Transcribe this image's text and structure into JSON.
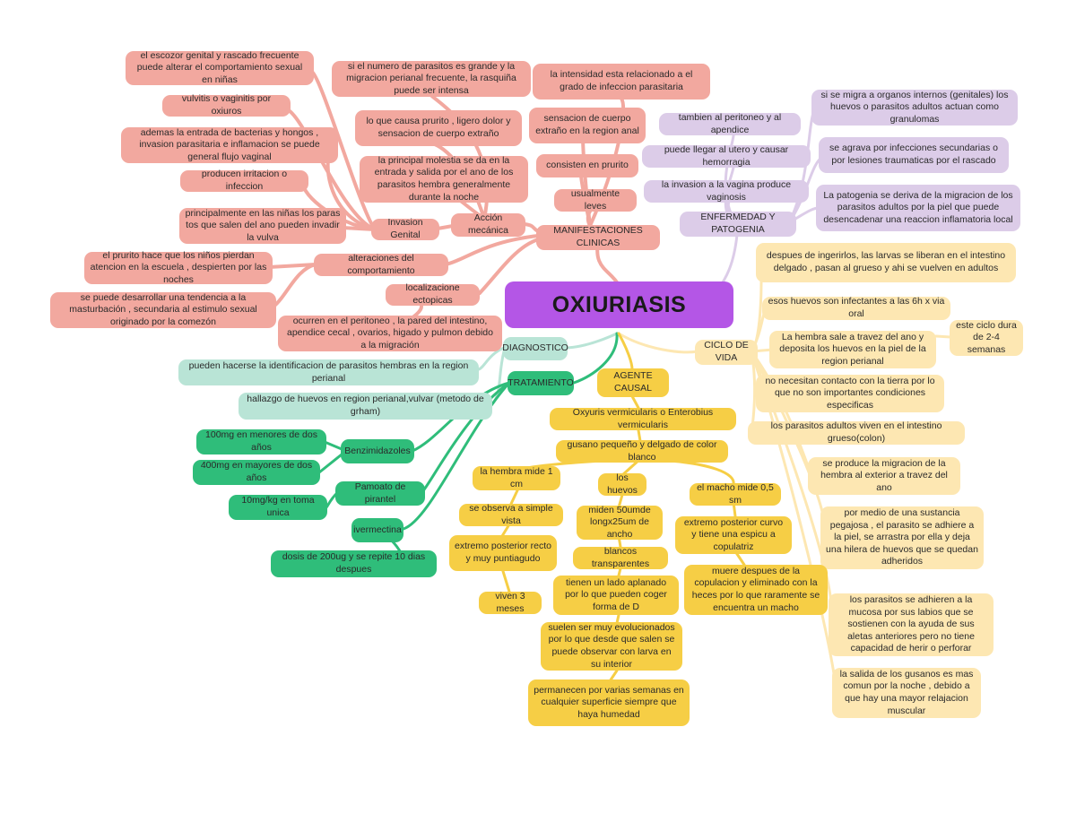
{
  "title": "OXIURIASIS",
  "colors": {
    "manifestaciones": "#f2a89f",
    "enfermedad": "#dccce8",
    "ciclo": "#fde7b2",
    "diagnostico": "#b9e4d6",
    "tratamiento": "#2fbd7a",
    "agente": "#f6ce45",
    "central": "#b456e6"
  },
  "manifestaciones": {
    "label": "MANIFESTACIONES CLINICAS",
    "accion_mecanica": "Acción mecánica",
    "invasion_genital": "Invasion Genital",
    "alteraciones": "alteraciones del comportamiento",
    "localizacion": "localizacione ectopicas",
    "items": {
      "escozor": "el escozor genital y rascado frecuente puede alterar el comportamiento sexual en niñas",
      "vulvitis": "vulvitis o vaginitis por oxiuros",
      "bacterias": "ademas la entrada de bacterias y hongos , invasion parasitaria e inflamacion se puede general flujo vaginal",
      "irritacion": "producen irritacion o infeccion",
      "ninas": "principalmente en las niñas los paras tos que salen del ano pueden invadir la vulva",
      "prurito_escuela": "el prurito hace que los niños pierdan atencion en la escuela , despierten por las noches",
      "masturbacion": "se puede desarrollar una tendencia a la masturbación , secundaria al estimulo sexual originado por la comezón",
      "rasquina": "si el numero de parasitos es grande y la migracion perianal frecuente, la rasquiña puede ser intensa",
      "intensidad": "la intensidad esta relacionado a el grado de infeccion parasitaria",
      "prurito_dolor": "lo que causa prurito , ligero dolor y sensacion de cuerpo extraño",
      "sensacion": "sensacion de cuerpo extraño en la region anal",
      "consisten": "consisten en prurito",
      "molestia": "la principal molestia se da en la entrada y salida por el ano de los parasitos hembra generalmente durante la noche",
      "leves": "usualmente leves",
      "ocurren": "ocurren en el peritoneo , la pared del intestino, apendice cecal , ovarios, higado y pulmon debido a la migración"
    }
  },
  "enfermedad": {
    "label": "ENFERMEDAD Y PATOGENIA",
    "items": {
      "peritoneo": "tambien al peritoneo y al apendice",
      "utero": "puede llegar al utero y causar hemorragia",
      "vagina": "la invasion a la vagina produce vaginosis",
      "granulomas": "si se migra a organos internos (genitales) los huevos o parasitos adultos actuan como granulomas",
      "agrava": "se agrava por infecciones secundarias o por lesiones traumaticas por el rascado",
      "patogenia": "La patogenia se deriva de la migracion de los parasitos adultos por la piel que puede desencadenar una reaccion inflamatoria local"
    }
  },
  "ciclo": {
    "label": "CICLO DE VIDA",
    "items": {
      "ingerirlos": "despues de ingerirlos, las larvas se liberan en el intestino delgado , pasan al grueso y ahi se vuelven en adultos",
      "infectantes": "esos huevos son infectantes a las 6h x via oral",
      "duracion": "este ciclo dura de 2-4 semanas",
      "hembra_sale": "La hembra sale a travez del ano y deposita los huevos en la piel de la region perianal",
      "tierra": "no necesitan contacto con la tierra por lo que no son importantes condiciones especificas",
      "adultos": "los parasitos adultos viven en el intestino grueso(colon)",
      "migracion": "se produce la migracion de la hembra al exterior a travez del ano",
      "pegajosa": "por medio de una sustancia pegajosa , el parasito se adhiere a la piel, se arrastra por ella y deja una hilera de huevos que se quedan adheridos",
      "mucosa": "los parasitos se adhieren a la mucosa por sus labios que se sostienen con la ayuda de sus aletas anteriores pero no tiene capacidad de herir o perforar",
      "salida": "la salida de los gusanos es mas comun por la noche , debido a que hay una mayor relajacion muscular"
    }
  },
  "diagnostico": {
    "label": "DIAGNOSTICO",
    "items": {
      "identificacion": "pueden hacerse la identificacion de parasitos hembras en la region perianal",
      "hallazgo": "hallazgo de huevos en region perianal,vulvar (metodo de grham)"
    }
  },
  "tratamiento": {
    "label": "TRATAMIENTO",
    "benzimidazoles": "Benzimidazoles",
    "pamoato": "Pamoato de pirantel",
    "ivermectina": "ivermectina",
    "items": {
      "menores": "100mg en menores de dos años",
      "mayores": "400mg en mayores de dos años",
      "kg": "10mg/kg en toma unica",
      "dosis": "dosis de 200ug y se repite 10 dias despues"
    }
  },
  "agente": {
    "label": "AGENTE CAUSAL",
    "especie": "Oxyuris vermicularis o Enterobius vermicularis",
    "gusano": "gusano pequeño y delgado de color blanco",
    "hembra": "la hembra mide 1 cm",
    "huevos": "los huevos",
    "macho": "el macho mide 0,5 sm",
    "items": {
      "simple_vista": "se observa a simple vista",
      "recto": "extremo posterior recto y muy puntiagudo",
      "meses": "viven 3 meses",
      "miden": "miden 50umde longx25um de ancho",
      "transparentes": "blancos transparentes",
      "aplanado": "tienen un lado aplanado por lo que pueden coger forma de D",
      "evolucionados": "suelen ser muy evolucionados por lo que desde que salen se puede observar con larva en su interior",
      "permanecen": "permanecen por varias semanas en cualquier superficie siempre que haya humedad",
      "curvo": "extremo posterior curvo y tiene una espicu a copulatriz",
      "muere": "muere despues de la copulacion y eliminado con la heces por lo que raramente se encuentra un macho"
    }
  }
}
